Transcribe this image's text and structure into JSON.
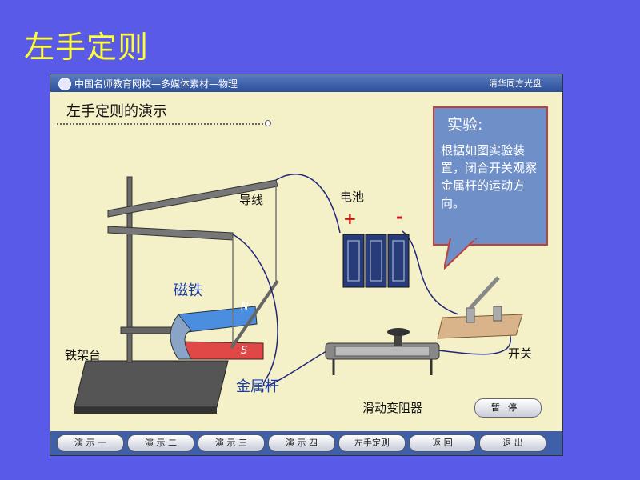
{
  "slide_title": "左手定则",
  "window": {
    "title": "中国名师教育网校—多媒体素材—物理",
    "brand": "清华同方光盘"
  },
  "heading": "左手定则的演示",
  "callout": {
    "title": "实验:",
    "body": "根据如图实验装置，闭合开关观察金属杆的运动方向。"
  },
  "labels": {
    "wire": "导线",
    "battery": "电池",
    "plus": "+",
    "minus": "-",
    "magnet": "磁铁",
    "stand": "铁架台",
    "rod": "金属杆",
    "rheostat": "滑动变阻器",
    "switch": "开关",
    "north": "N",
    "south": "S"
  },
  "pause": "暂停",
  "nav": [
    "演 示 一",
    "演 示 二",
    "演 示 三",
    "演 示 四",
    "左手定则",
    "返 回",
    "退 出"
  ],
  "colors": {
    "background": "#5a5ae8",
    "title": "#ffff33",
    "panel": "#f4f0c8",
    "bar": "#3f5fa8"
  }
}
